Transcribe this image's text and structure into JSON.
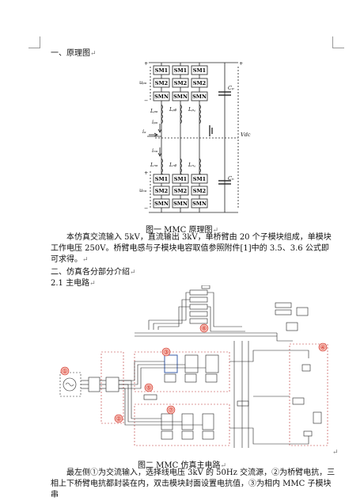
{
  "section1": {
    "heading": "一、原理图",
    "mark": "↵"
  },
  "fig1": {
    "modules": {
      "upper": [
        [
          "SM1",
          "SM1",
          "SM1"
        ],
        [
          "SM2",
          "SM2",
          "SM2"
        ],
        [
          "SMN",
          "SMN",
          "SMN"
        ]
      ],
      "lower": [
        [
          "SM1",
          "SM1",
          "SM1"
        ],
        [
          "SM2",
          "SM2",
          "SM2"
        ],
        [
          "SMN",
          "SMN",
          "SMN"
        ]
      ]
    },
    "labels": {
      "plus": "+",
      "minus": "−",
      "u_p": "uₚₐ",
      "u_n": "uₙₐ",
      "L_pa": "Lₚₐ",
      "L_pb": "Lₚᵦ",
      "L_pc": "Lₚ꜀",
      "L_na": "Lₙₐ",
      "L_nb": "Lₙᵦ",
      "L_nc": "Lₙ꜀",
      "i_p": "iₚₐ",
      "i_n": "iₙₐ",
      "i_a": "iₐ",
      "C_p": "Cₚ",
      "C_n": "Cₙ",
      "V_dc": "Vdc"
    },
    "caption": "图一  MMC 原理图"
  },
  "paragraph1": "本仿真交流输入 5kV，直流输出 3kV，单桥臂由 20 个子模块组成，单模块工作电压 250V。桥臂电感与子模块电容取值参照附件[1]中的 3.5、3.6 公式即可求得。",
  "section2": {
    "heading": "二、仿真各分部分介绍"
  },
  "section21": {
    "heading": "2.1  主电路"
  },
  "fig2": {
    "markers": [
      "①",
      "②",
      "③",
      "④",
      "⑤",
      "⑥",
      "⑦"
    ],
    "caption": "图二  MMC 仿真主电路"
  },
  "paragraph2": "最左侧①为交流输入，选择线电压 3kV 的 50Hz 交流源，②为桥臂电抗，三相上下桥臂电抗都封装在内，双击模块封面设置电抗值，③为相内 MMC 子模块串",
  "colors": {
    "text": "#111111",
    "wire": "#222222",
    "red": "#d0241a",
    "marker_bg": "#f4b9b0"
  }
}
